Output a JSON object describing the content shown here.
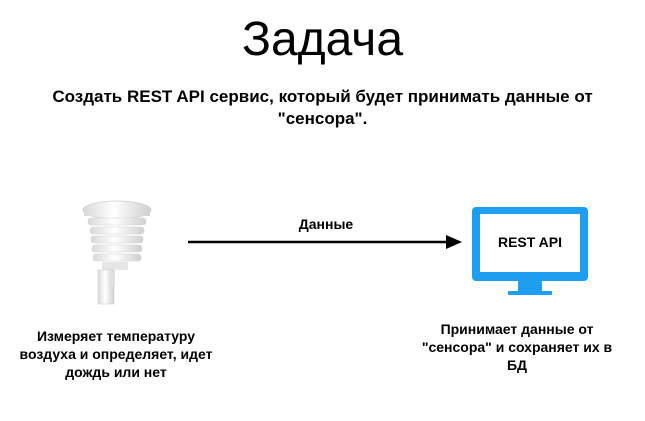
{
  "slide": {
    "title": "Задача",
    "subtitle": "Создать REST API сервис, который будет принимать данные от \"сенсора\"."
  },
  "sensor": {
    "icon": "weather-sensor-icon",
    "caption": "Измеряет температуру воздуха и определяет, идет дождь или нет"
  },
  "flow": {
    "label": "Данные"
  },
  "server": {
    "icon": "monitor-icon",
    "screen_label": "REST API",
    "caption": "Принимает данные от \"сенсора\" и сохраняет их в БД",
    "color": "#1e9ef0"
  }
}
